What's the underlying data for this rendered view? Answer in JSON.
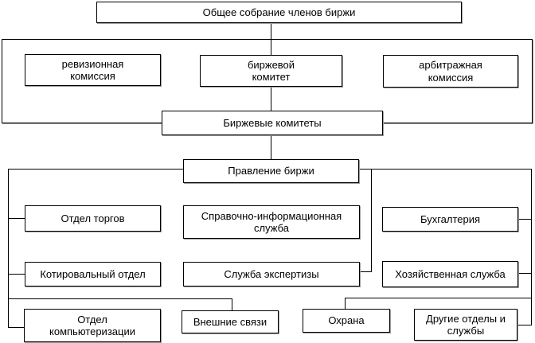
{
  "diagram": {
    "type": "org-chart",
    "colors": {
      "line": "#000000",
      "box_fill": "#ffffff",
      "shadow": "#9a9a9a"
    },
    "nodes": [
      {
        "id": "general-meeting",
        "label": "Общее собрание членов биржи"
      },
      {
        "id": "revision-commission",
        "label": "ревизионная\nкомиссия"
      },
      {
        "id": "exchange-committee",
        "label": "биржевой\nкомитет"
      },
      {
        "id": "arbitration-commission",
        "label": "арбитражная\nкомиссия"
      },
      {
        "id": "exchange-committees",
        "label": "Биржевые комитеты"
      },
      {
        "id": "exchange-board",
        "label": "Правление биржи"
      },
      {
        "id": "trading-department",
        "label": "Отдел торгов"
      },
      {
        "id": "info-service",
        "label": "Справочно-информационная\nслужба"
      },
      {
        "id": "accounting",
        "label": "Бухгалтерия"
      },
      {
        "id": "quotation-department",
        "label": "Котировальный отдел"
      },
      {
        "id": "expertise-service",
        "label": "Служба экспертизы"
      },
      {
        "id": "household-service",
        "label": "Хозяйственная служба"
      },
      {
        "id": "computerization-department",
        "label": "Отдел\nкомпьютеризации"
      },
      {
        "id": "external-relations",
        "label": "Внешние связи"
      },
      {
        "id": "security",
        "label": "Охрана"
      },
      {
        "id": "other-departments",
        "label": "Другие отделы и\nслужбы"
      }
    ]
  }
}
